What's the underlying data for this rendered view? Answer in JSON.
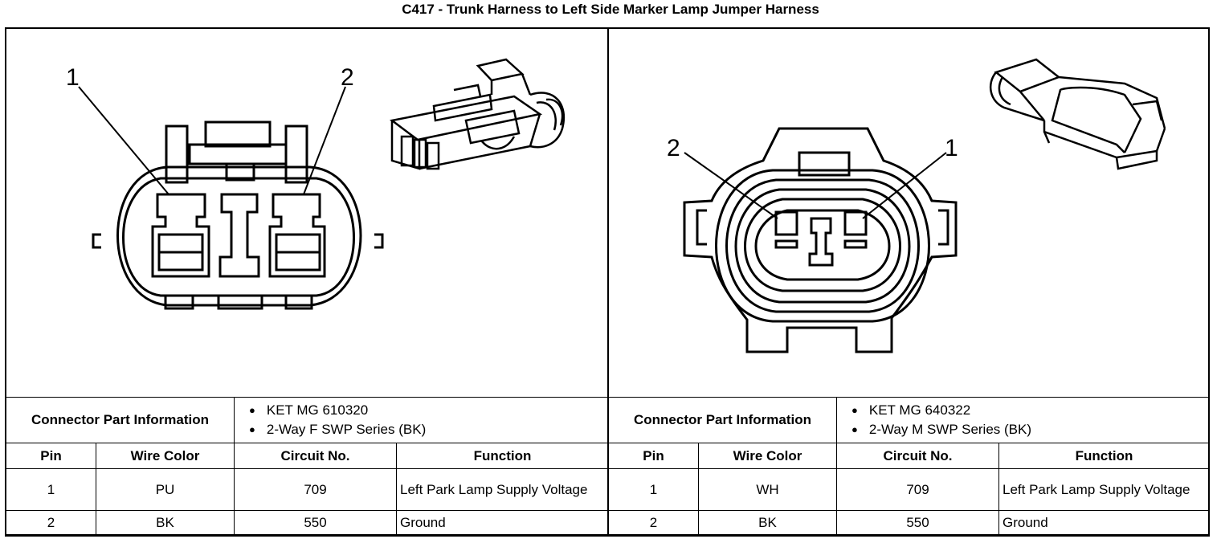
{
  "title": "C417 - Trunk Harness to Left Side Marker Lamp Jumper Harness",
  "connectors": [
    {
      "pin_labels": [
        "1",
        "2"
      ],
      "part_info_label": "Connector Part Information",
      "part_info": [
        "KET MG 610320",
        "2-Way F SWP Series (BK)"
      ],
      "headers": [
        "Pin",
        "Wire Color",
        "Circuit No.",
        "Function"
      ],
      "rows": [
        {
          "pin": "1",
          "wire_color": "PU",
          "circuit": "709",
          "function": "Left Park Lamp Supply Voltage"
        },
        {
          "pin": "2",
          "wire_color": "BK",
          "circuit": "550",
          "function": "Ground"
        }
      ]
    },
    {
      "pin_labels": [
        "2",
        "1"
      ],
      "part_info_label": "Connector Part Information",
      "part_info": [
        "KET MG 640322",
        "2-Way M SWP Series (BK)"
      ],
      "headers": [
        "Pin",
        "Wire Color",
        "Circuit No.",
        "Function"
      ],
      "rows": [
        {
          "pin": "1",
          "wire_color": "WH",
          "circuit": "709",
          "function": "Left Park Lamp Supply Voltage"
        },
        {
          "pin": "2",
          "wire_color": "BK",
          "circuit": "550",
          "function": "Ground"
        }
      ]
    }
  ]
}
